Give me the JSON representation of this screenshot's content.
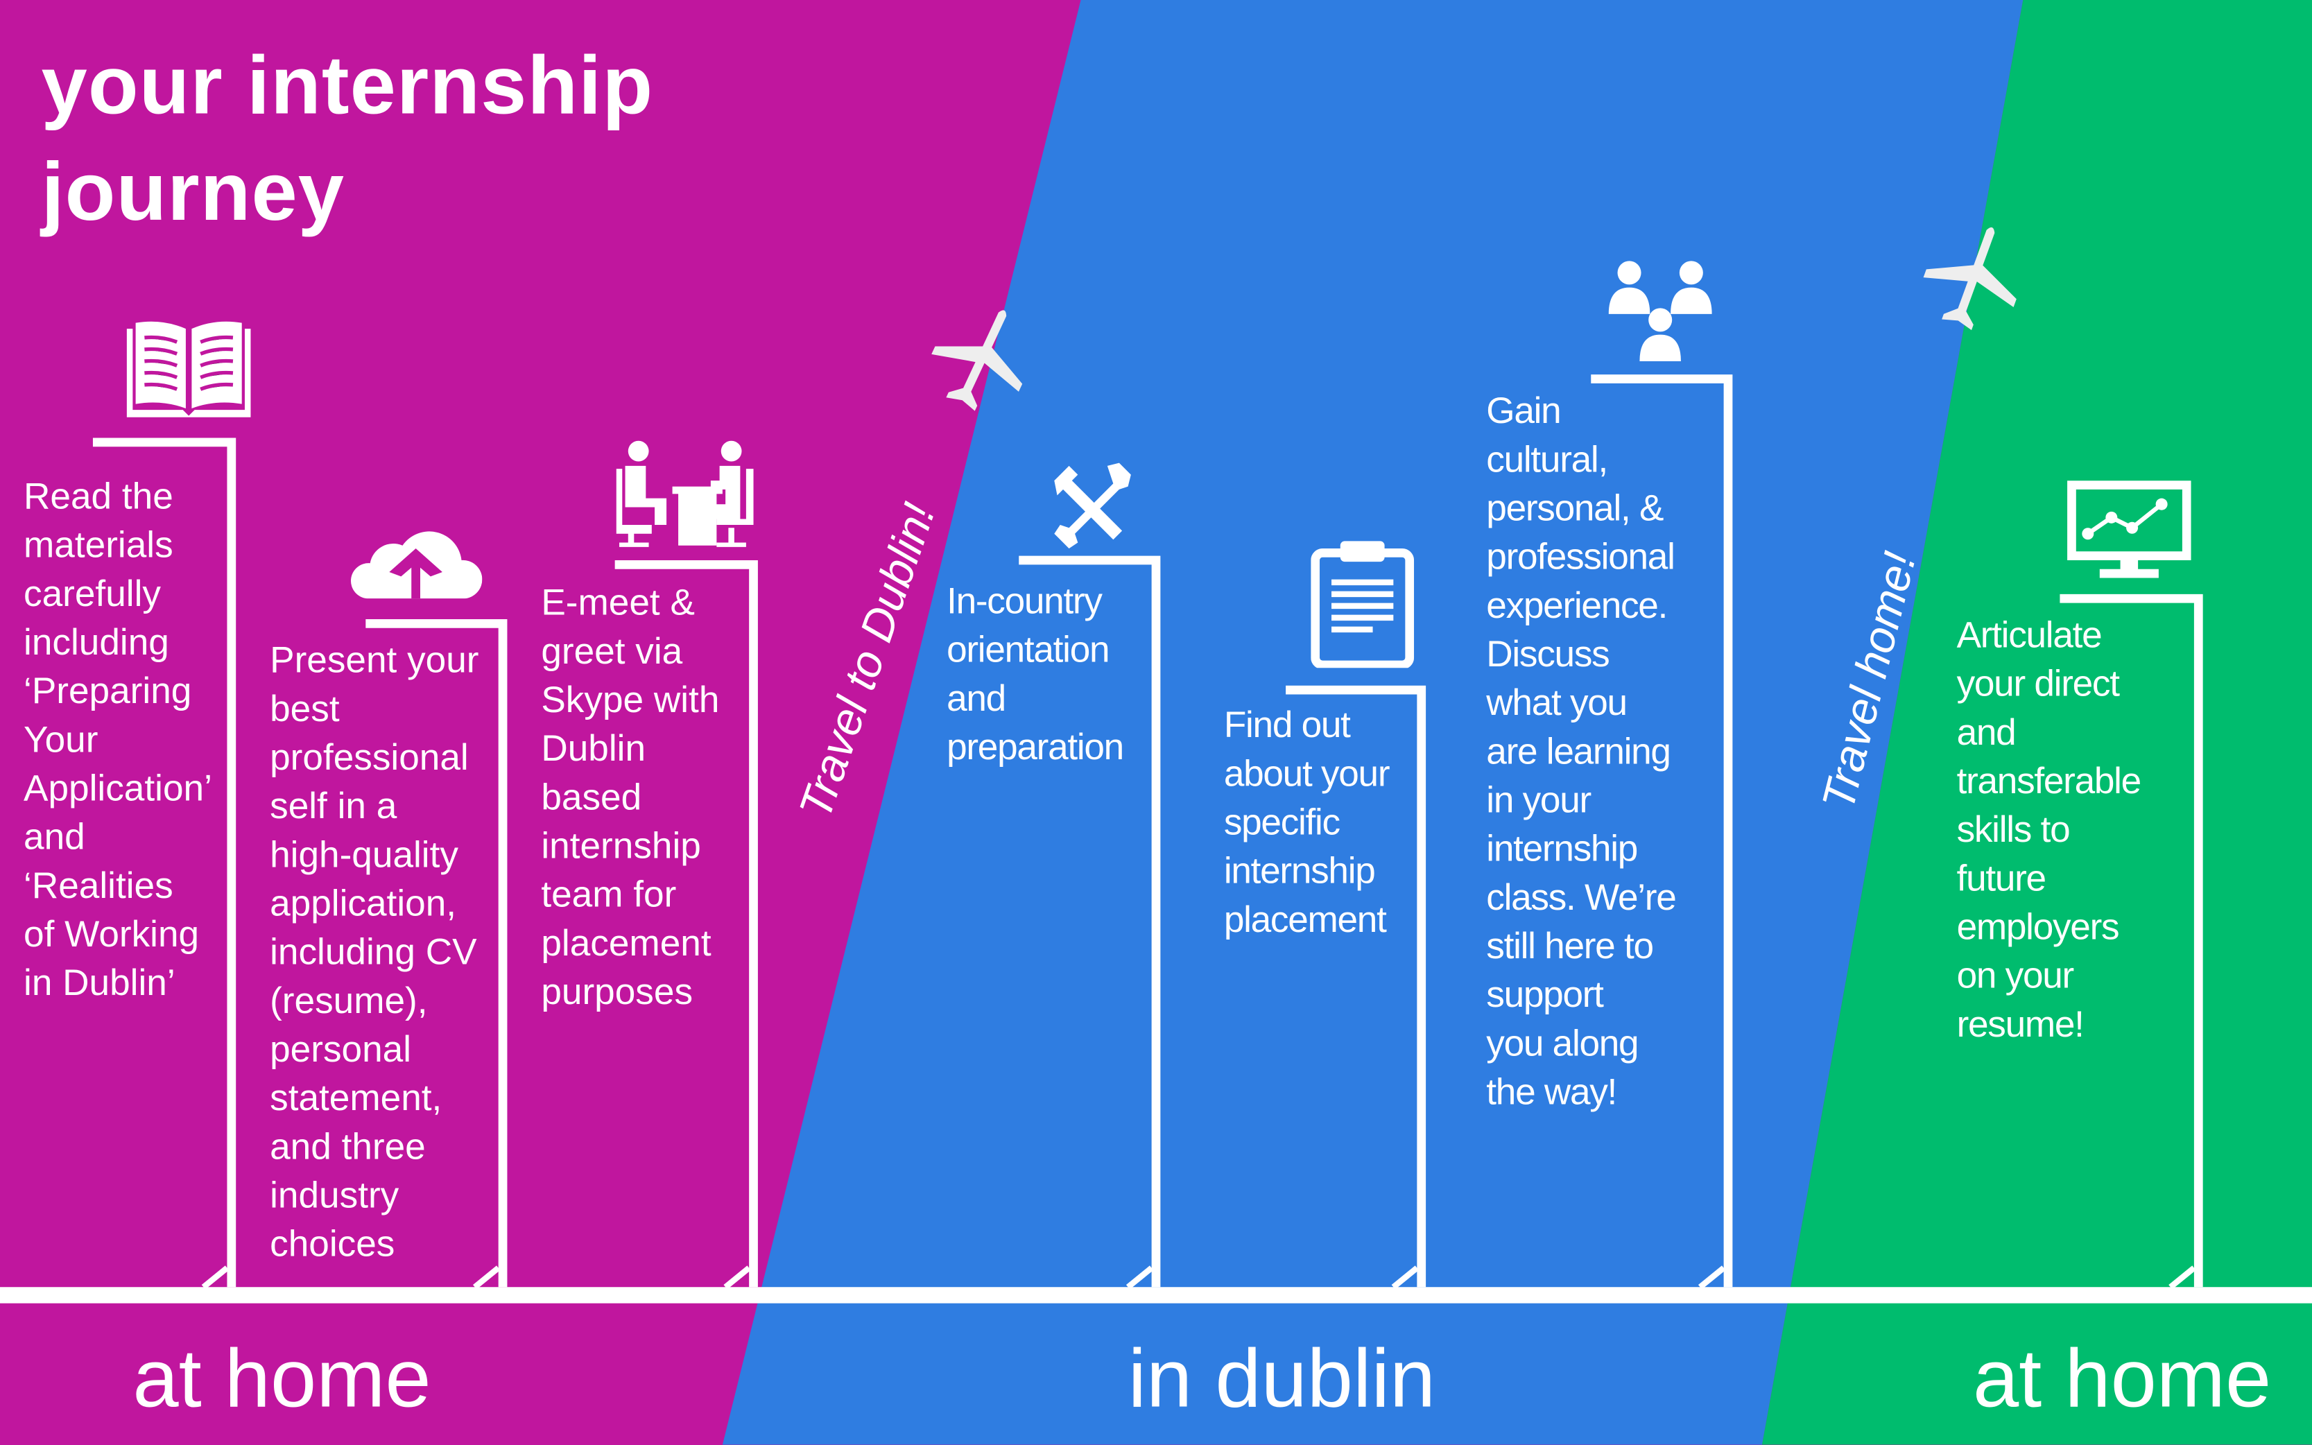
{
  "title": "your internship\njourney",
  "colors": {
    "at_home": "#C0169E",
    "in_dublin": "#2F7DE1",
    "home_again": "#00BC6E",
    "lines": "#FFFFFF"
  },
  "zones": [
    "at home",
    "in dublin",
    "at home"
  ],
  "travel": {
    "to_dublin": "Travel to Dublin!",
    "home": "Travel home!"
  },
  "steps": [
    {
      "icon": "book-icon",
      "text": "Read the\nmaterials\ncarefully\nincluding\n‘Preparing\nYour\nApplication’\nand\n‘Realities\nof Working\nin Dublin’"
    },
    {
      "icon": "cloud-upload-icon",
      "text": "Present your\nbest\nprofessional\nself in a\nhigh-quality\napplication,\nincluding CV\n(resume),\npersonal\nstatement,\nand three\nindustry\nchoices"
    },
    {
      "icon": "meeting-icon",
      "text": "E-meet &\ngreet via\nSkype with\nDublin\nbased\ninternship\nteam for\nplacement\npurposes"
    },
    {
      "icon": "tools-icon",
      "text": "In-country\norientation\nand\npreparation"
    },
    {
      "icon": "clipboard-icon",
      "text": "Find out\nabout your\nspecific\ninternship\nplacement"
    },
    {
      "icon": "people-icon",
      "text": "Gain\ncultural,\npersonal, &\nprofessional\nexperience.\nDiscuss\nwhat you\nare learning\nin your\ninternship\nclass. We’re\nstill here to\nsupport\nyou along\nthe way!"
    },
    {
      "icon": "monitor-chart-icon",
      "text": "Articulate\nyour direct\nand\ntransferable\nskills to\nfuture\nemployers\non your\nresume!"
    }
  ]
}
